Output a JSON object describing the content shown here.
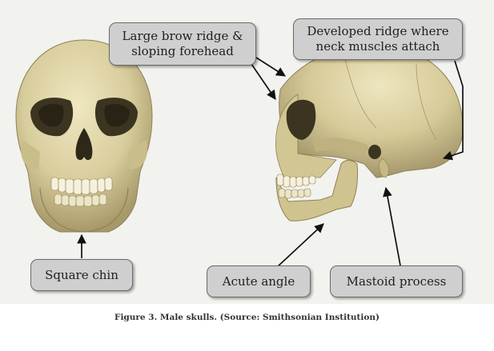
{
  "callouts": {
    "brow_ridge": {
      "line1": "Large brow ridge &",
      "line2": "sloping forehead"
    },
    "neck_ridge": {
      "line1": "Developed ridge where",
      "line2": "neck muscles attach"
    },
    "square_chin": "Square chin",
    "acute_angle": "Acute angle",
    "mastoid_process": "Mastoid process"
  },
  "caption": "Figure 3. Male skulls. (Source: Smithsonian Institution)",
  "colors": {
    "background": "#f2f2ef",
    "bone": "#d8cd9c",
    "bone_shadow": "#8f8156",
    "box_fill": "#cfcfcf",
    "box_border": "#6b6b6b",
    "arrow": "#111111"
  }
}
